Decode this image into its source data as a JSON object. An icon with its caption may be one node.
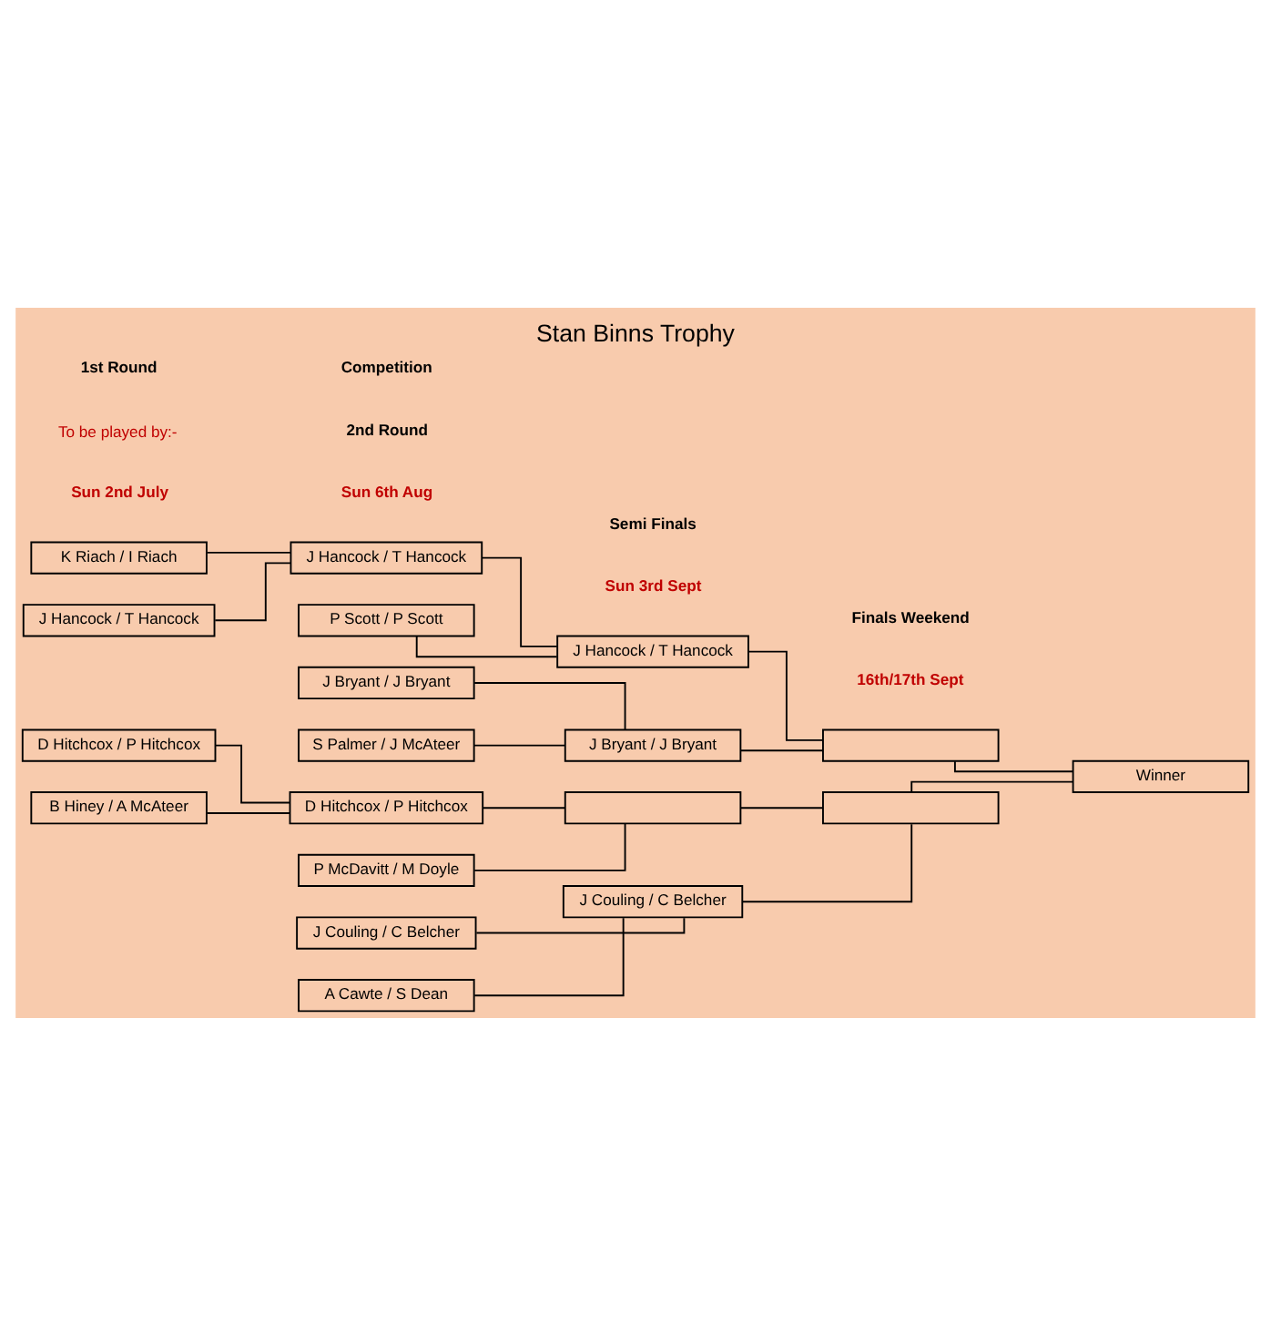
{
  "diagram": {
    "title": "Stan Binns Trophy",
    "nodes": [
      {
        "text": [
          "K Riach / I Riach"
        ]
      },
      {
        "text": [
          "J Hancock / T Hancock"
        ]
      },
      {
        "text": [
          "J Hancock / T Hancock"
        ]
      },
      {
        "text": [
          "J Hancock / T Hancock"
        ]
      },
      {
        "text": [
          "P Scott / P Scott"
        ]
      },
      {
        "text": [],
        "shape": "box"
      },
      {
        "text": [
          "J Bryant / J Bryant"
        ]
      },
      {
        "text": [
          "J Bryant / J Bryant"
        ]
      },
      {
        "text": [
          "S Palmer / J McAteer"
        ]
      },
      {
        "text": [
          "Winner"
        ]
      },
      {
        "text": [
          "D Hitchcox / P Hitchcox"
        ]
      },
      {
        "text": [
          "D Hitchcox / P Hitchcox"
        ]
      },
      {
        "text": [
          "B Hiney / A McAteer"
        ]
      },
      {
        "text": [],
        "shape": "box"
      },
      {
        "text": [
          "P McDavitt / M Doyle"
        ]
      },
      {
        "text": [],
        "shape": "box"
      },
      {
        "text": [
          "J Couling / C Belcher"
        ]
      },
      {
        "text": [
          "J Couling / C Belcher"
        ]
      },
      {
        "text": [
          "A Cawte / S Dean"
        ]
      }
    ],
    "edges": [
      {
        "from": 0,
        "to": 1,
        "arrow": "none"
      },
      {
        "from": 2,
        "to": 1,
        "arrow": "none"
      },
      {
        "from": 1,
        "to": 3,
        "arrow": "none"
      },
      {
        "from": 4,
        "to": 3,
        "arrow": "none"
      },
      {
        "from": 3,
        "to": 5,
        "arrow": "none"
      },
      {
        "from": 6,
        "to": 7,
        "arrow": "none"
      },
      {
        "from": 8,
        "to": 7,
        "arrow": "none"
      },
      {
        "from": 7,
        "to": 5,
        "arrow": "none"
      },
      {
        "from": 5,
        "to": 9,
        "arrow": "none"
      },
      {
        "from": 10,
        "to": 11,
        "arrow": "none"
      },
      {
        "from": 12,
        "to": 11,
        "arrow": "none"
      },
      {
        "from": 11,
        "to": 13,
        "arrow": "none"
      },
      {
        "from": 14,
        "to": 13,
        "arrow": "none"
      },
      {
        "from": 13,
        "to": 15,
        "arrow": "none"
      },
      {
        "from": 16,
        "to": 17,
        "arrow": "none"
      },
      {
        "from": 18,
        "to": 17,
        "arrow": "none"
      },
      {
        "from": 17,
        "to": 15,
        "arrow": "none"
      },
      {
        "from": 15,
        "to": 9,
        "arrow": "none"
      }
    ],
    "labels": [
      "Competition",
      "1st Round",
      "2nd Round",
      "Semi Finals",
      "Finals Weekend",
      "To be played by:-",
      "Sun 2nd July",
      "Sun 6th Aug",
      "Sun 3rd Sept",
      "16th/17th Sept"
    ]
  }
}
